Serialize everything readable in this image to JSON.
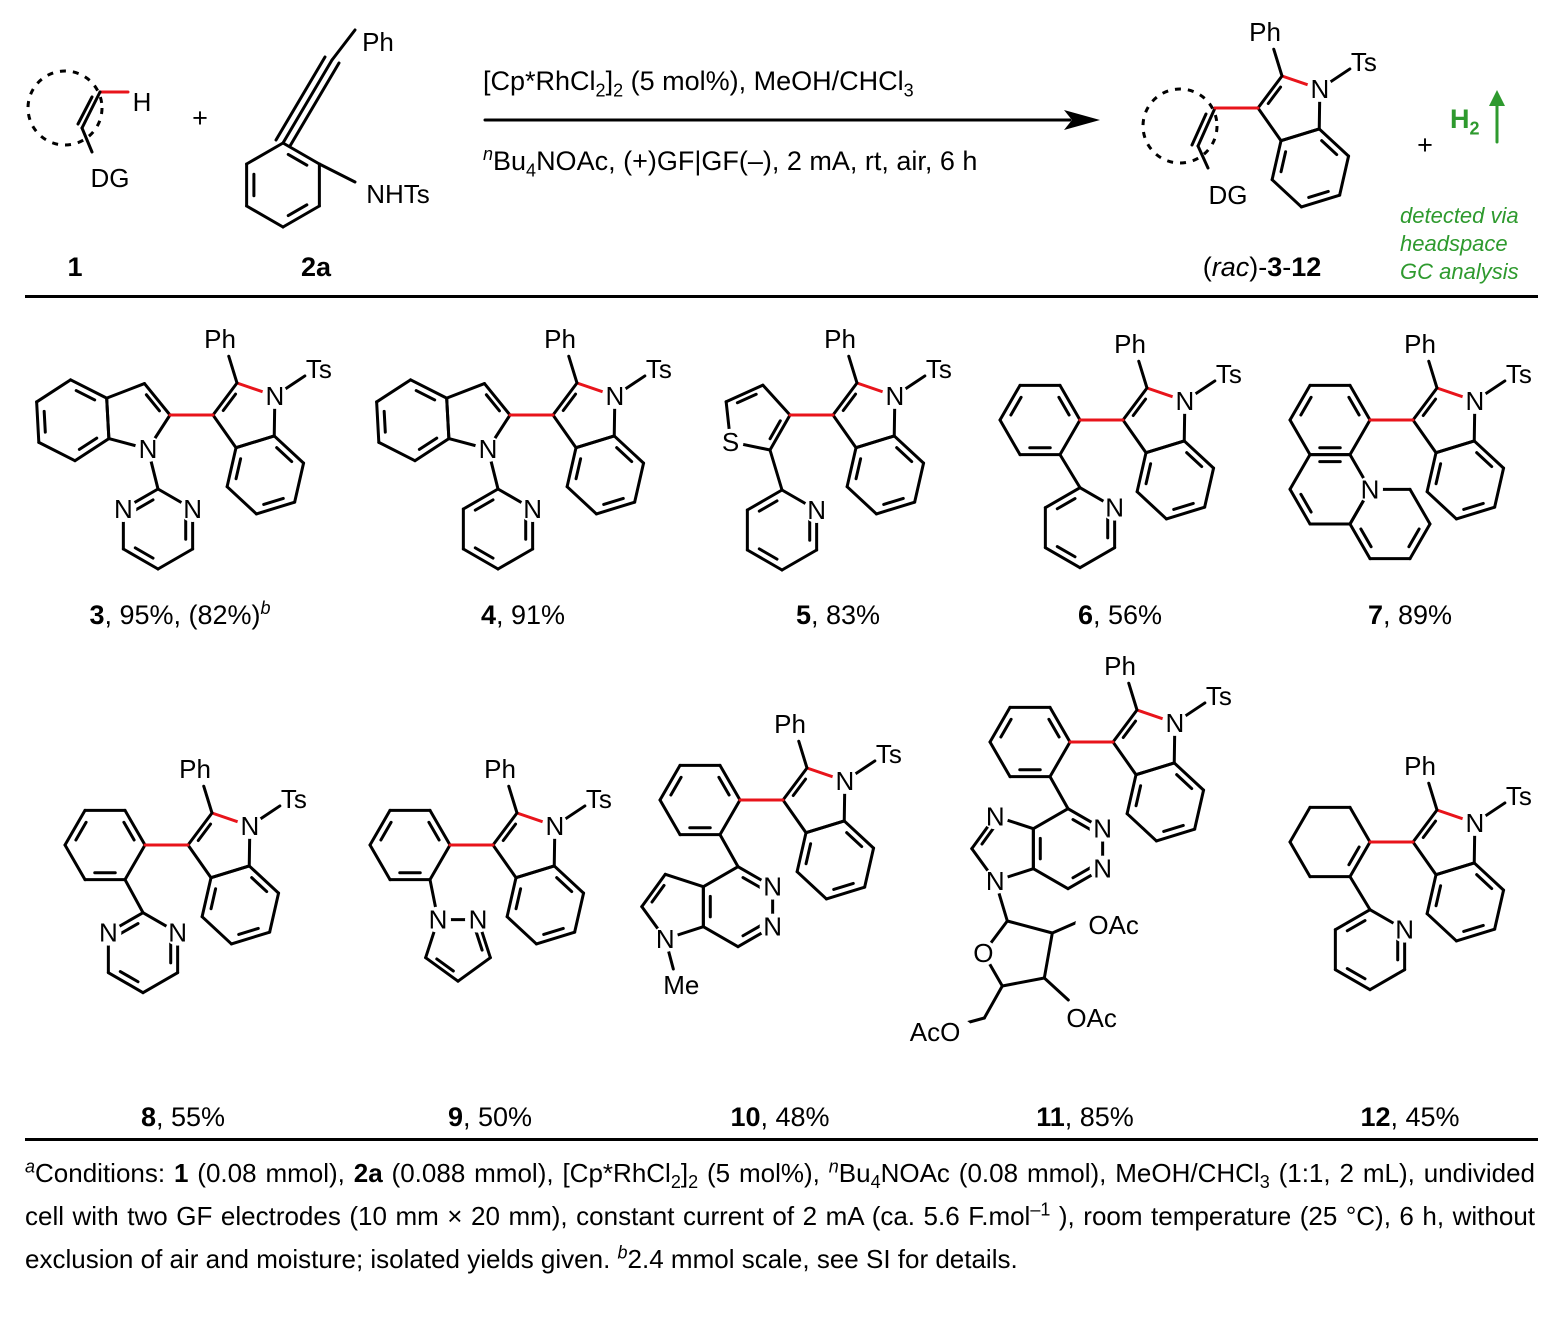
{
  "atom_symbols": {
    "ph": "Ph",
    "ts": "Ts",
    "n": "N",
    "s": "S",
    "o": "O",
    "me": "Me",
    "oac": "OAc",
    "aco": "AcO",
    "h": "H",
    "dg": "DG",
    "nhts": "NHTs"
  },
  "scheme": {
    "reactant1_label": "1",
    "reactant2_label": "2a",
    "plus": "+",
    "conditions_line1": [
      [
        "[Cp*RhCl",
        ""
      ],
      [
        "2",
        "sub"
      ],
      [
        "]",
        ""
      ],
      [
        "2",
        "sub"
      ],
      [
        " (5 mol%), MeOH/CHCl",
        ""
      ],
      [
        "3",
        "sub"
      ]
    ],
    "conditions_line2": [
      [
        "n",
        "sup-i"
      ],
      [
        "Bu",
        ""
      ],
      [
        "4",
        "sub"
      ],
      [
        "NOAc, (+)GF|GF(–), 2 mA, rt, air, 6 h",
        ""
      ]
    ],
    "product_label": [
      [
        "(",
        ""
      ],
      [
        "rac",
        "i"
      ],
      [
        ")-",
        ""
      ],
      [
        "3",
        "b"
      ],
      [
        "-",
        ""
      ],
      [
        "12",
        "b"
      ]
    ],
    "byproduct": [
      [
        "H",
        "b"
      ],
      [
        "2",
        "sub-b"
      ]
    ],
    "byproduct_note": [
      "detected via",
      "headspace",
      "GC analysis"
    ],
    "colors": {
      "new_bond": "#e8141b",
      "byproduct": "#2e9a2e"
    }
  },
  "compounds": [
    {
      "id": "3",
      "label": [
        [
          "3",
          "b"
        ],
        [
          ", 95%, (82%)",
          ""
        ],
        [
          "b",
          "sup-i"
        ]
      ]
    },
    {
      "id": "4",
      "label": [
        [
          "4",
          "b"
        ],
        [
          ", 91%",
          ""
        ]
      ]
    },
    {
      "id": "5",
      "label": [
        [
          "5",
          "b"
        ],
        [
          ", 83%",
          ""
        ]
      ]
    },
    {
      "id": "6",
      "label": [
        [
          "6",
          "b"
        ],
        [
          ", 56%",
          ""
        ]
      ]
    },
    {
      "id": "7",
      "label": [
        [
          "7",
          "b"
        ],
        [
          ", 89%",
          ""
        ]
      ]
    },
    {
      "id": "8",
      "label": [
        [
          "8",
          "b"
        ],
        [
          ", 55%",
          ""
        ]
      ]
    },
    {
      "id": "9",
      "label": [
        [
          "9",
          "b"
        ],
        [
          ", 50%",
          ""
        ]
      ]
    },
    {
      "id": "10",
      "label": [
        [
          "10",
          "b"
        ],
        [
          ", 48%",
          ""
        ]
      ]
    },
    {
      "id": "11",
      "label": [
        [
          "11",
          "b"
        ],
        [
          ", 85%",
          ""
        ]
      ]
    },
    {
      "id": "12",
      "label": [
        [
          "12",
          "b"
        ],
        [
          ", 45%",
          ""
        ]
      ]
    }
  ],
  "footnote": [
    [
      "a",
      "sup-i"
    ],
    [
      "Conditions: ",
      ""
    ],
    [
      "1",
      "b"
    ],
    [
      " (0.08 mmol), ",
      ""
    ],
    [
      "2a",
      "b"
    ],
    [
      " (0.088 mmol), [Cp*RhCl",
      ""
    ],
    [
      "2",
      "sub"
    ],
    [
      "]",
      ""
    ],
    [
      "2",
      "sub"
    ],
    [
      " (5 mol%), ",
      ""
    ],
    [
      "n",
      "sup-i"
    ],
    [
      "Bu",
      ""
    ],
    [
      "4",
      "sub"
    ],
    [
      "NOAc (0.08 mmol), MeOH/CHCl",
      ""
    ],
    [
      "3",
      "sub"
    ],
    [
      " (1:1, 2 mL), undivided cell with two GF electrodes (10 mm ×  20 mm), constant current of 2 mA (ca. 5.6 F.mol",
      ""
    ],
    [
      "–1",
      "sup"
    ],
    [
      " ), room temperature (25 °C), 6 h, without exclusion of air and moisture; isolated yields given. ",
      ""
    ],
    [
      "b",
      "sup-i"
    ],
    [
      "2.4 mmol scale, see SI for details.",
      ""
    ]
  ]
}
